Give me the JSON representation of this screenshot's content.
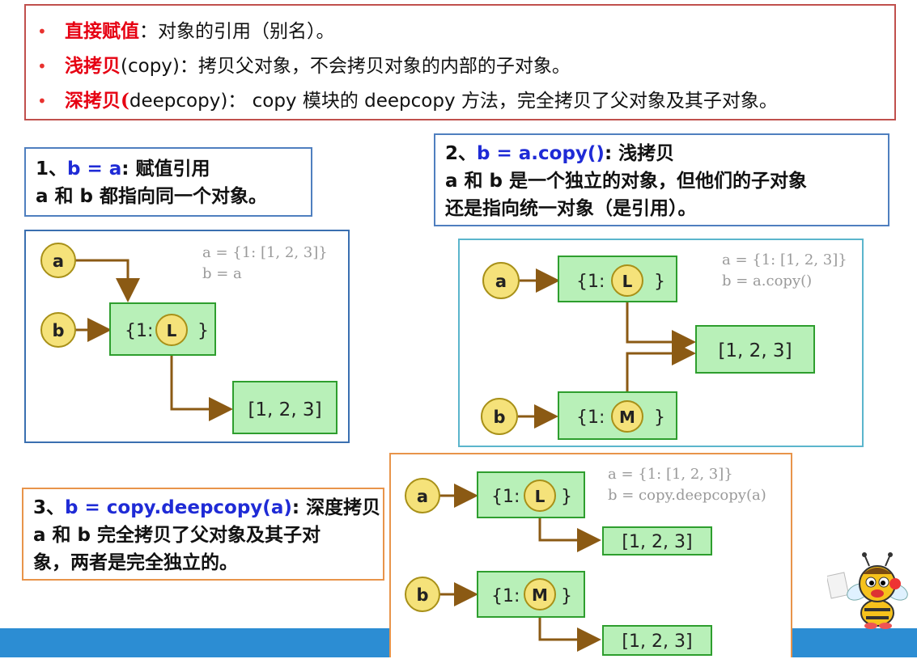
{
  "summary": {
    "bullets": [
      {
        "term": "直接赋值",
        "sep": "：",
        "text": "对象的引用（别名）。"
      },
      {
        "term": "浅拷贝",
        "sep": "(copy)：",
        "text": "拷贝父对象，不会拷贝对象的内部的子对象。"
      },
      {
        "term": "深拷贝(",
        "sep": "deepcopy)：",
        "text": " copy 模块的 deepcopy 方法，完全拷贝了父对象及其子对象。"
      }
    ]
  },
  "case1": {
    "num": "1、",
    "code": "b = a",
    "title": ": 赋值引用",
    "desc": "a 和 b 都指向同一个对象。",
    "snippet": [
      "a = {1: [1, 2, 3]}",
      "b = a"
    ],
    "nodes": {
      "a": "a",
      "b": "b",
      "dict": "{1:",
      "dict_close": "}",
      "ref": "L",
      "list": "[1, 2, 3]"
    }
  },
  "case2": {
    "num": "2、",
    "code": "b = a.copy()",
    "title": ": 浅拷贝",
    "desc1": " a 和 b 是一个独立的对象，但他们的子对象",
    "desc2": "还是指向统一对象（是引用）。",
    "snippet": [
      "a = {1: [1, 2, 3]}",
      "b = a.copy()"
    ],
    "nodes": {
      "a": "a",
      "b": "b",
      "dict": "{1:",
      "dict_close": "}",
      "ref_a": "L",
      "ref_b": "M",
      "list": "[1, 2, 3]"
    }
  },
  "case3": {
    "num": "3、",
    "code": "b = copy.deepcopy(a)",
    "title": ": 深度拷贝",
    "desc1": " a 和 b 完全拷贝了父对象及其子对",
    "desc2": "象，两者是完全独立的。",
    "snippet": [
      "a = {1: [1, 2, 3]}",
      "b = copy.deepcopy(a)"
    ],
    "nodes": {
      "a": "a",
      "b": "b",
      "dict": "{1:",
      "dict_close": "}",
      "ref_a": "L",
      "ref_b": "M",
      "list_a": "[1, 2, 3]",
      "list_b": "[1, 2, 3]"
    }
  },
  "colors": {
    "bullet": "#e60012",
    "code": "#1f2bd6",
    "arrow": "#8b5a14",
    "node_fill": "#f5e27a",
    "box_fill": "#b8f0b8",
    "box_stroke": "#2e9e2e"
  }
}
